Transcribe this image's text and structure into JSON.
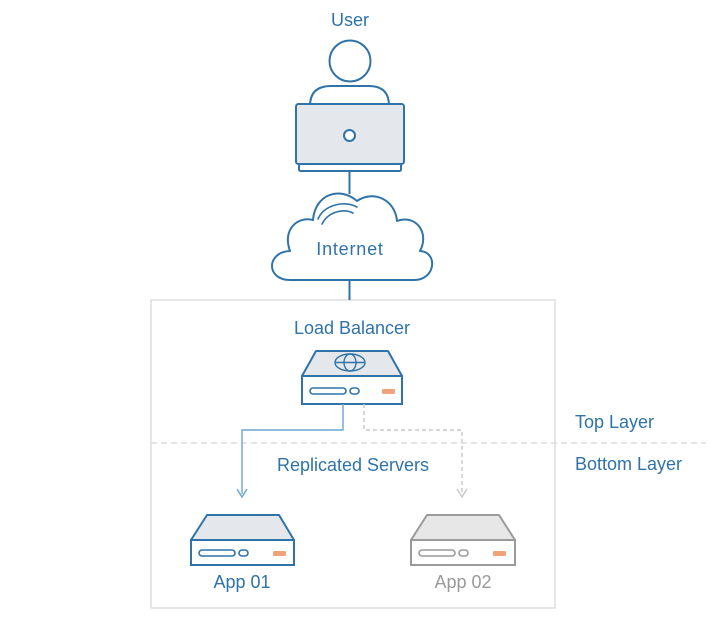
{
  "labels": {
    "user": "User",
    "internet": "Internet",
    "load_balancer": "Load Balancer",
    "replicated_servers": "Replicated Servers",
    "top_layer": "Top Layer",
    "bottom_layer": "Bottom Layer",
    "app_01": "App 01",
    "app_02": "App 02"
  },
  "icons": {
    "user": "person-icon",
    "laptop": "laptop-icon",
    "cloud": "cloud-icon",
    "load_balancer": "server-globe-icon",
    "app_01": "server-icon",
    "app_02": "server-icon"
  },
  "colors": {
    "primary": "#2f73a8",
    "inactive": "#9a9a9a",
    "fill_light": "#e4e8ec",
    "indicator": "#f0a37a",
    "frame": "#d9d9d9",
    "dashed": "#cccccc"
  }
}
